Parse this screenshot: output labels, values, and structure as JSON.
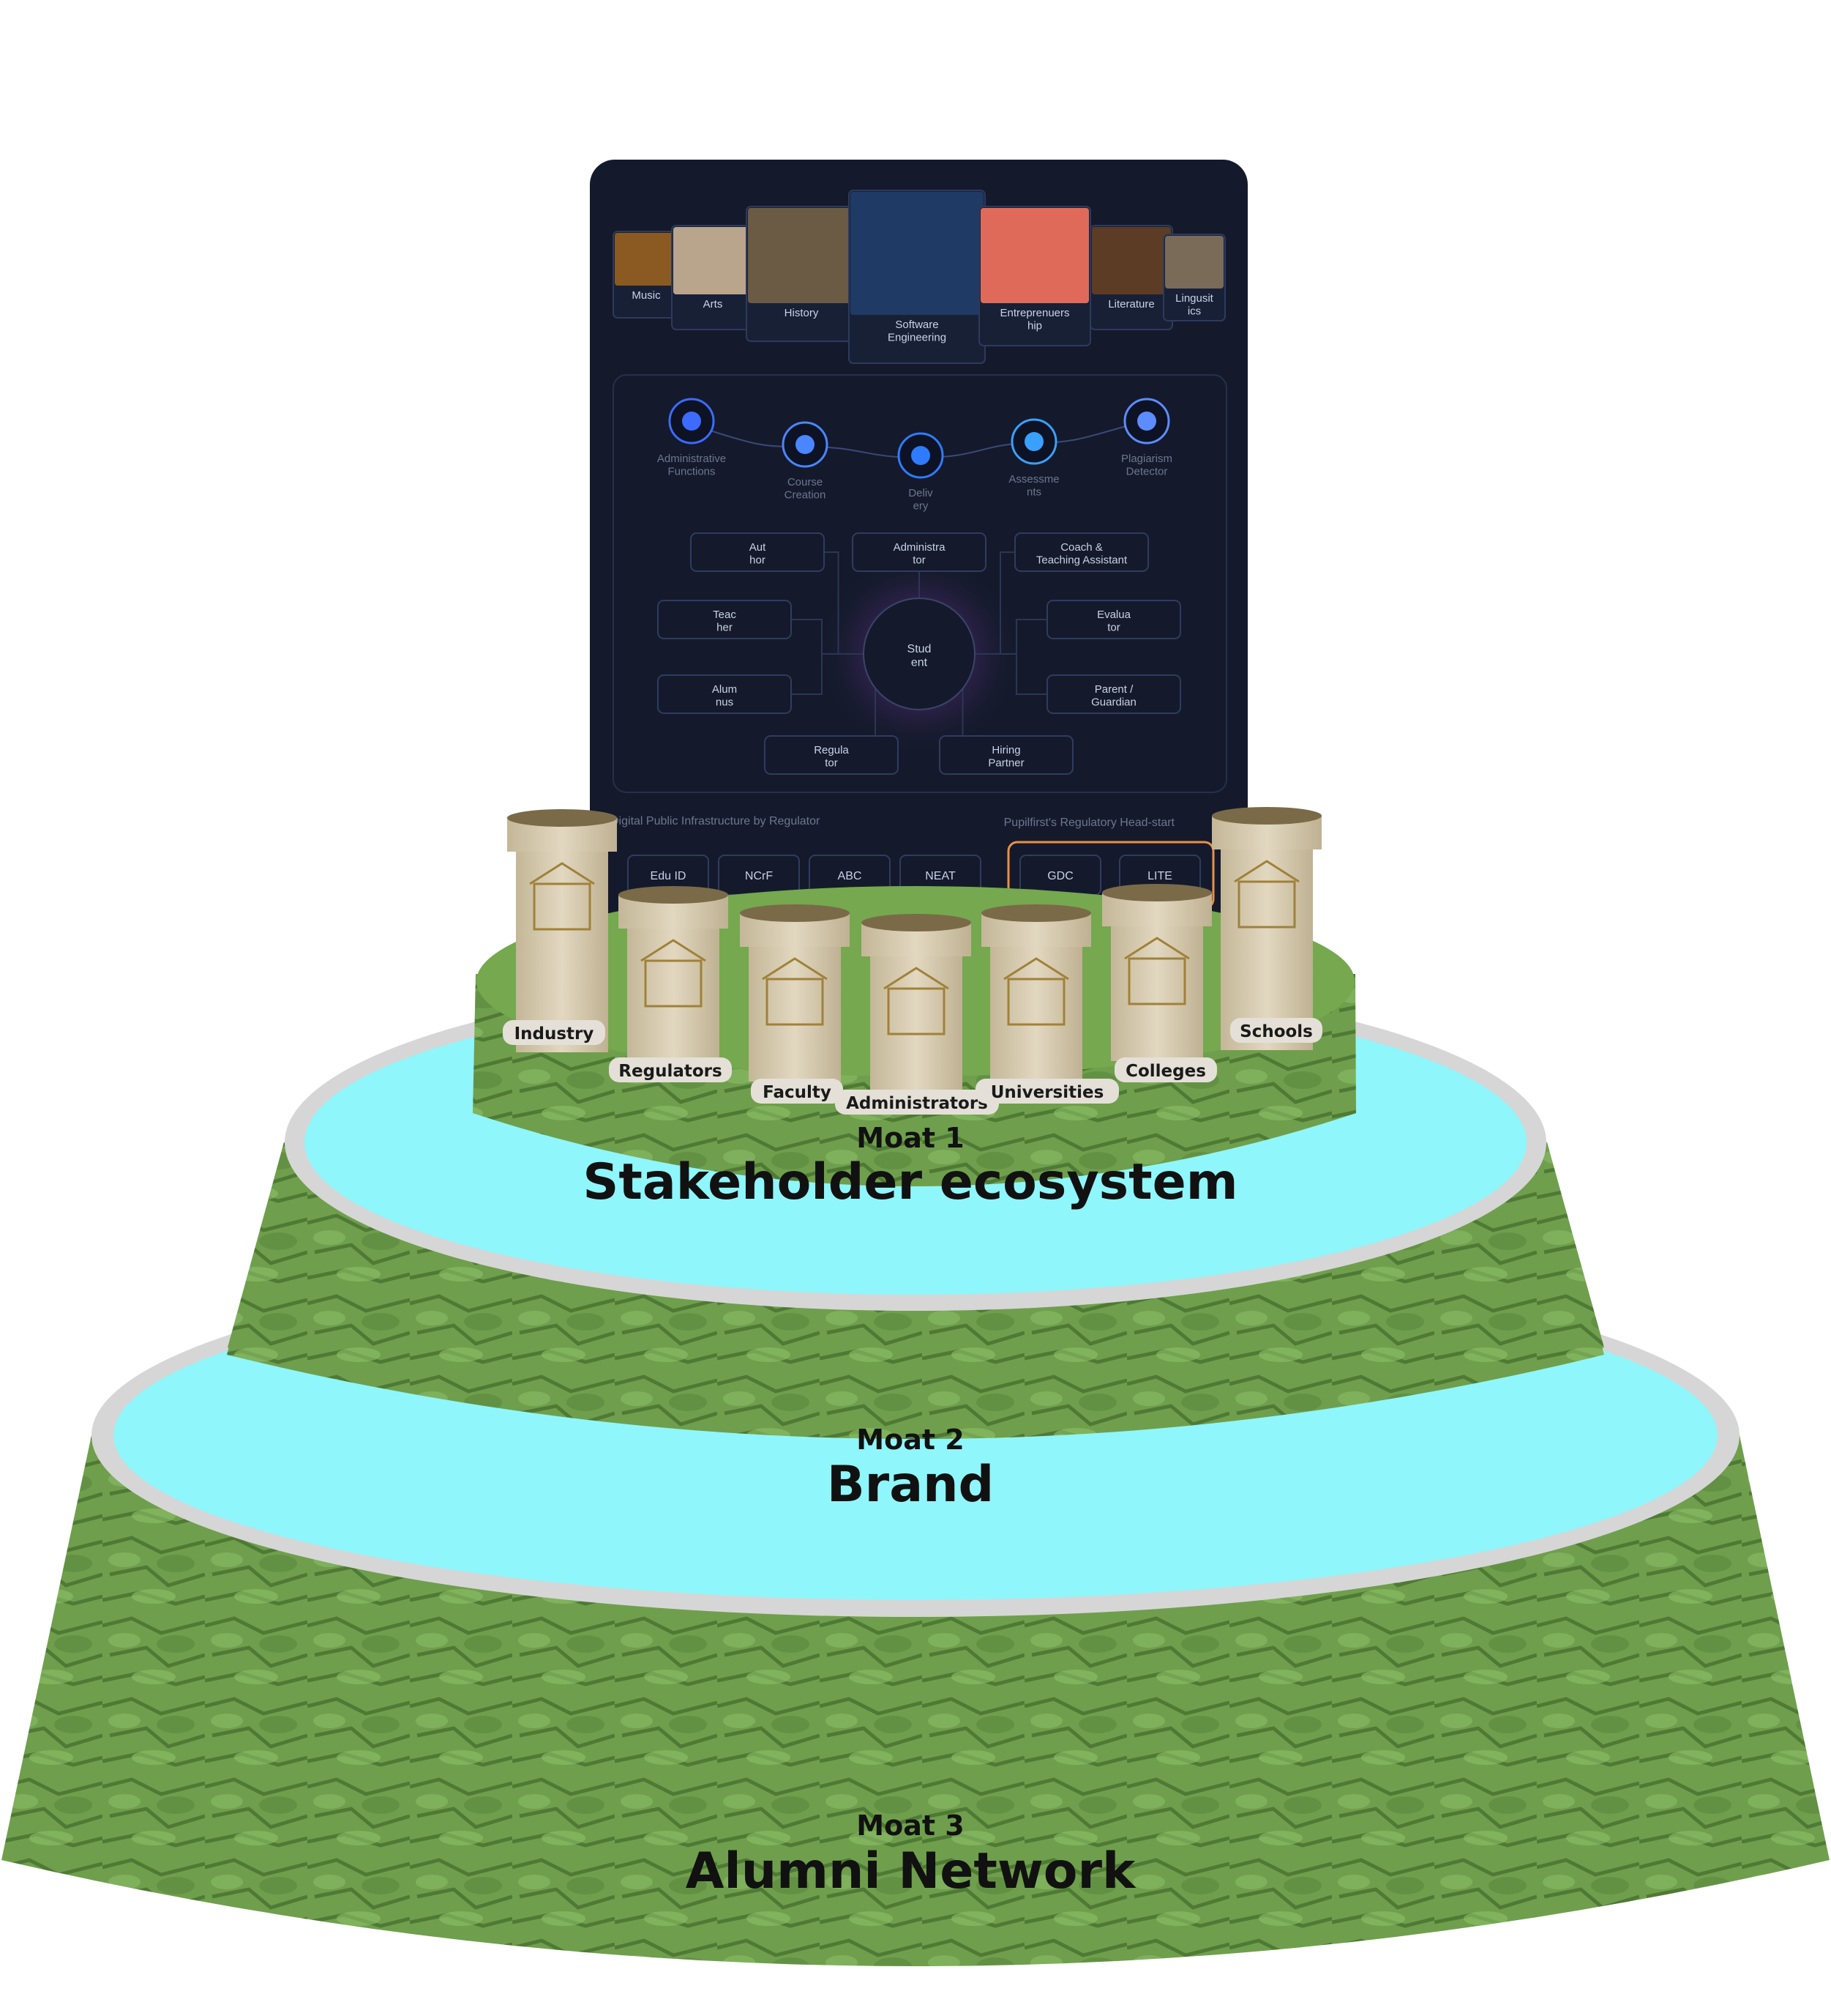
{
  "subjects": [
    {
      "label": "Music",
      "color": "#8a5a22"
    },
    {
      "label": "Arts",
      "color": "#b8a58c"
    },
    {
      "label": "History",
      "color": "#6b5a44"
    },
    {
      "label": "Software Engineering",
      "color": "#203a66"
    },
    {
      "label": "Entreprenuers hip",
      "color": "#e06a5a"
    },
    {
      "label": "Literature",
      "color": "#5d3c26"
    },
    {
      "label": "Lingusit ics",
      "color": "#7a6a58"
    }
  ],
  "functions": [
    {
      "label": "Administrative Functions",
      "icon": "lightbulb-icon",
      "color": "#3d6bff"
    },
    {
      "label": "Course Creation",
      "icon": "laptop-icon",
      "color": "#4a86ff"
    },
    {
      "label": "Deliv ery",
      "icon": "classroom-icon",
      "color": "#2f7bff"
    },
    {
      "label": "Assessme nts",
      "icon": "eye-icon",
      "color": "#3aa0ff"
    },
    {
      "label": "Plagiarism Detector",
      "icon": "magnifier-icon",
      "color": "#5d8cff"
    }
  ],
  "roles": {
    "center": "Stud ent",
    "nodes": [
      "Aut hor",
      "Administra tor",
      "Coach & Teaching Assistant",
      "Teac her",
      "Evalua tor",
      "Alum nus",
      "Parent / Guardian",
      "Regula tor",
      "Hiring Partner"
    ]
  },
  "infrastructure": {
    "left_caption": "Digital Public Infrastructure by Regulator",
    "right_caption": "Pupilfirst's Regulatory Head-start",
    "left_items": [
      "Edu ID",
      "NCrF",
      "ABC",
      "NEAT"
    ],
    "right_items": [
      "GDC",
      "LITE"
    ],
    "highlight_color": "#e8914a"
  },
  "stakeholders": [
    "Industry",
    "Regulators",
    "Faculty",
    "Administrators",
    "Universities",
    "Colleges",
    "Schools"
  ],
  "stakeholder_icons": [
    "factory-icon",
    "capitol-icon",
    "lecture-icon",
    "headset-operator-icon",
    "university-icon",
    "college-icon",
    "school-icon"
  ],
  "tiers": [
    {
      "moat": "Moat 1",
      "name": "Stakeholder ecosystem"
    },
    {
      "moat": "Moat 2",
      "name": "Brand"
    },
    {
      "moat": "Moat 3",
      "name": "Alumni Network"
    }
  ],
  "colors": {
    "panel": "#141a2b",
    "water": "#8ff6fb",
    "rim": "#d6d6d6",
    "grass": "#6fa24a",
    "pillar": "#d7ccb2"
  }
}
